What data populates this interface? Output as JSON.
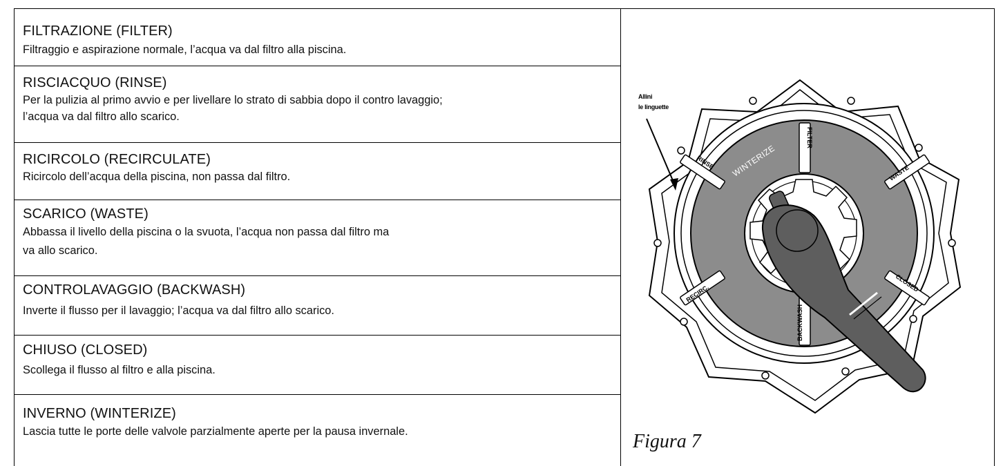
{
  "modes": [
    {
      "title": "FILTRAZIONE (FILTER)",
      "lines": [
        "Filtraggio e aspirazione normale, l’acqua va dal filtro alla piscina."
      ]
    },
    {
      "title": "RISCIACQUO (RINSE)",
      "lines": [
        "Per la pulizia al primo avvio e per livellare lo strato di sabbia dopo il contro lavaggio;",
        "l’acqua va dal filtro allo scarico."
      ]
    },
    {
      "title": "RICIRCOLO (RECIRCULATE)",
      "lines": [
        "Ricircolo dell’acqua della piscina, non passa dal filtro."
      ]
    },
    {
      "title": "SCARICO (WASTE)",
      "lines": [
        "Abbassa il livello della piscina o la svuota, l’acqua non passa dal filtro ma",
        "va allo scarico."
      ]
    },
    {
      "title": "CONTROLAVAGGIO (BACKWASH)",
      "lines": [
        "Inverte il flusso per il lavaggio; l’acqua va dal filtro allo scarico."
      ]
    },
    {
      "title": "CHIUSO (CLOSED)",
      "lines": [
        "Scollega il flusso al filtro e alla piscina."
      ]
    },
    {
      "title": "INVERNO (WINTERIZE)",
      "lines": [
        "Lascia tutte le porte delle valvole parzialmente aperte per la pausa invernale."
      ]
    }
  ],
  "figure": {
    "caption": "Figura 7",
    "pointer_label_lines": [
      "Allini",
      "le linguette"
    ],
    "dial_labels": {
      "filter": "FILTER",
      "rinse": "RINSE",
      "winterize": "WINTERIZE",
      "waste": "WASTE",
      "recirc": "RECIRC.",
      "closed": "CLOSED",
      "backwash": "BACKWASH"
    },
    "colors": {
      "ring": "#8c8c8c",
      "handle": "#5e5e5e",
      "line": "#000000"
    }
  }
}
